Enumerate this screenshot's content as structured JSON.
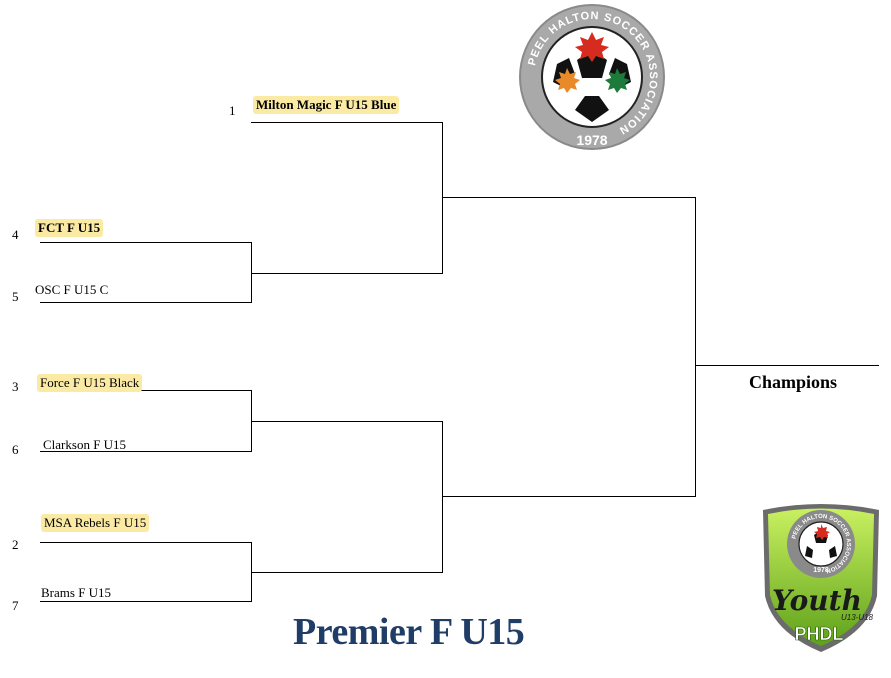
{
  "bracket": {
    "title": "Premier F U15",
    "champions_label": "Champions",
    "teams": [
      {
        "seed": "1",
        "name": "Milton Magic F U15 Blue",
        "highlighted": true
      },
      {
        "seed": "4",
        "name": "FCT F U15",
        "highlighted": true
      },
      {
        "seed": "5",
        "name": "OSC  F U15 C",
        "highlighted": false
      },
      {
        "seed": "3",
        "name": "Force  F U15 Black",
        "highlighted": true
      },
      {
        "seed": "6",
        "name": "Clarkson F U15",
        "highlighted": false
      },
      {
        "seed": "2",
        "name": "MSA Rebels F U15",
        "highlighted": true
      },
      {
        "seed": "7",
        "name": "Brams F U15",
        "highlighted": false
      }
    ]
  },
  "logos": {
    "phsa_ring_text": "PEEL HALTON SOCCER ASSOCIATION",
    "phsa_year": "1978",
    "youth_logo_ring_text": "PEEL HALTON SOCCER ASSOCIATION",
    "youth_logo_year": "1978",
    "youth_logo_word": "Youth",
    "youth_logo_sub": "U13-U18",
    "youth_logo_league": "PHDL"
  },
  "colors": {
    "highlight": "#fbeaa3",
    "title": "#1f3d66",
    "maple_red": "#d62b1f",
    "maple_orange": "#e8892a",
    "maple_green": "#1e7a3a",
    "shield_green": "#8ccf2a"
  }
}
